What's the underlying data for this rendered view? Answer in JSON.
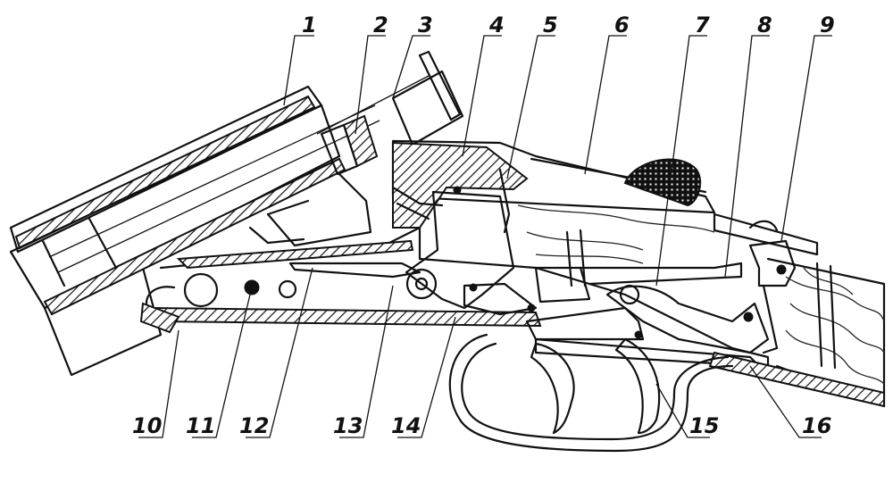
{
  "labels": {
    "top": [
      "1",
      "2",
      "3",
      "4",
      "5",
      "6",
      "7",
      "8",
      "9"
    ],
    "bottom": [
      "10",
      "11",
      "12",
      "13",
      "14",
      "15",
      "16"
    ]
  }
}
